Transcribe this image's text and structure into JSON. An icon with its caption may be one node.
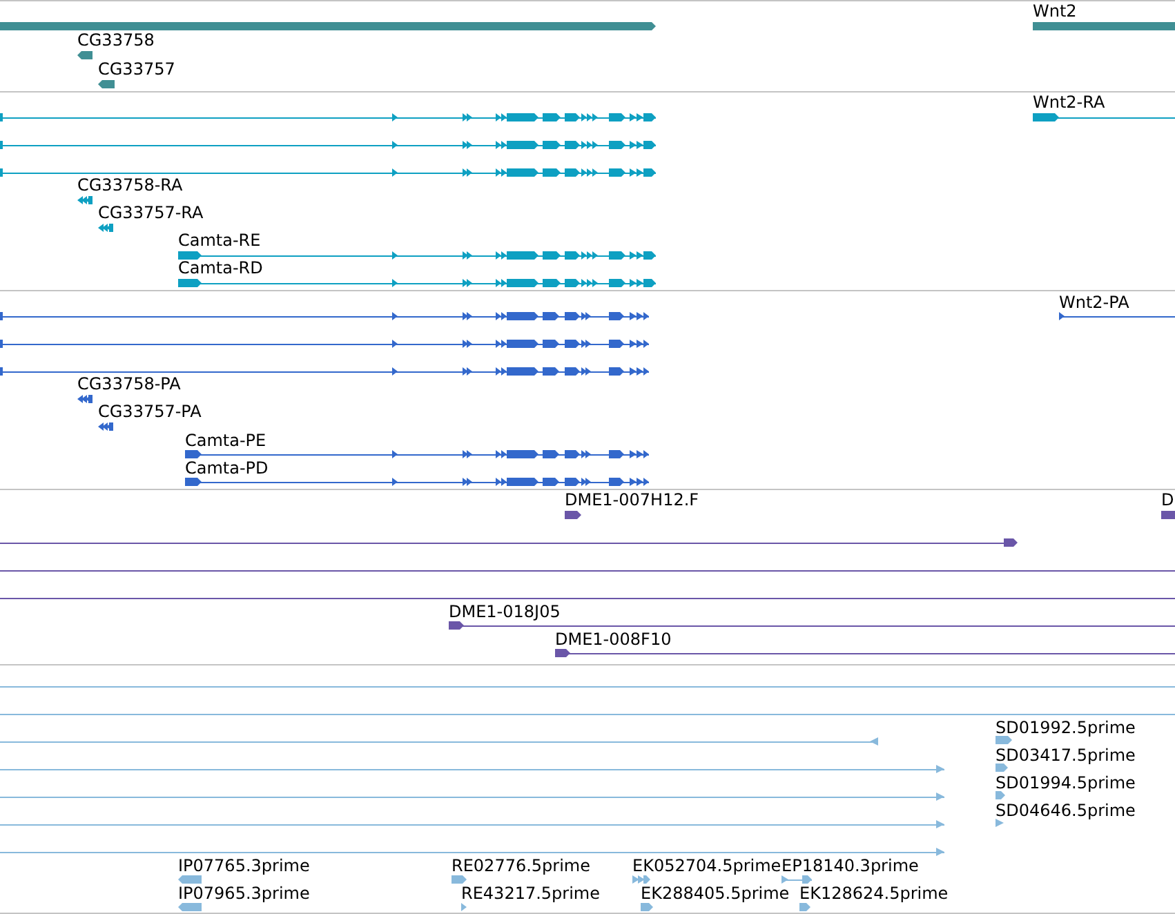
{
  "diagram": {
    "labels": [
      "Wnt2",
      "CG33758",
      "CG33757",
      "Wnt2-RA",
      "CG33758-RA",
      "CG33757-RA",
      "Camta-RE",
      "Camta-RD",
      "Wnt2-PA",
      "CG33758-PA",
      "CG33757-PA",
      "Camta-PE",
      "Camta-PD",
      "DME1-007H12.F",
      "D",
      "DME1-018J05",
      "DME1-008F10",
      "SD01992.5prime",
      "SD03417.5prime",
      "SD01994.5prime",
      "SD04646.5prime",
      "IP07765.3prime",
      "RE02776.5prime",
      "EK052704.5prime",
      "EP18140.3prime",
      "IP07965.3prime",
      "RE43217.5prime",
      "EK288405.5prime",
      "EK128624.5prime"
    ]
  }
}
